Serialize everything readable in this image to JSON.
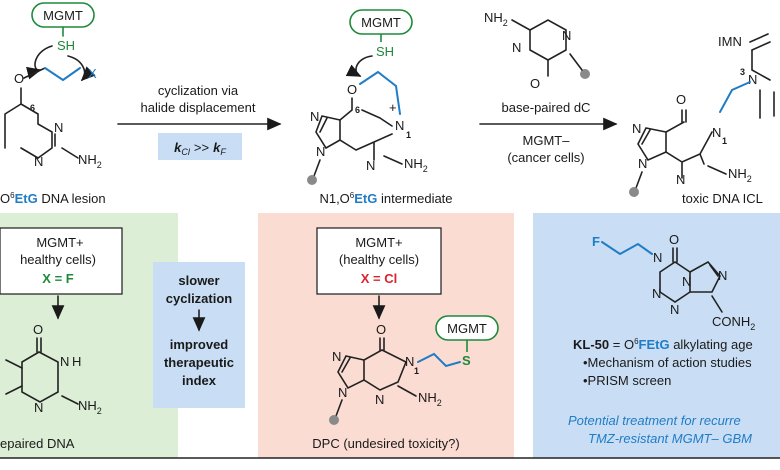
{
  "mol1": {
    "mgmt": "MGMT",
    "sh": "SH",
    "o": "O",
    "x": "X",
    "n_a": "N",
    "n_b": "N",
    "pos6": "6",
    "nh2": "NH",
    "nh2_sub": "2",
    "caption_pre": "O",
    "caption_sup": "6",
    "caption_et": "EtG",
    "caption_post": " DNA lesion"
  },
  "arrow1": {
    "line1": "cyclization via",
    "line2": "halide displacement",
    "kcl_k": "k",
    "kcl_sub": "Cl",
    "kf_k": "k",
    "kf_sub": "F",
    "relation": ">>"
  },
  "mol2": {
    "mgmt": "MGMT",
    "sh": "SH",
    "o": "O",
    "n_a": "N",
    "n_b": "N",
    "n_c": "N",
    "n_d": "N",
    "plus": "+",
    "pos6": "6",
    "pos1": "1",
    "nh2": "NH",
    "nh2_sub": "2",
    "caption_pre": "N1,O",
    "caption_sup": "6",
    "caption_et": "EtG",
    "caption_post": " intermediate"
  },
  "arrow2": {
    "top": "base-paired dC",
    "line1": "MGMT–",
    "line2": "(cancer cells)"
  },
  "dc": {
    "nh2": "NH",
    "nh2_sub": "2",
    "n_a": "N",
    "n_b": "N",
    "o": "O"
  },
  "mol3": {
    "imn": "IMN",
    "pos3": "3",
    "n_top": "N",
    "o": "O",
    "n_a": "N",
    "n_b": "N",
    "n_c": "N",
    "n_d": "N",
    "pos1": "1",
    "nh2": "NH",
    "nh2_sub": "2",
    "caption": "toxic DNA ICL"
  },
  "box_left": {
    "l1": "MGMT+",
    "l2": "healthy cells)",
    "l3": "X = F",
    "n_a": "N",
    "n_b": "N",
    "o": "O",
    "nh": "H",
    "nh2": "NH",
    "nh2_sub": "2",
    "caption": "epaired DNA"
  },
  "box_mid": {
    "l1": "slower",
    "l2": "cyclization",
    "l3": "improved",
    "l4": "therapeutic",
    "l5": "index"
  },
  "box_pink": {
    "l1": "MGMT+",
    "l2": "(healthy cells)",
    "l3": "X = Cl",
    "mgmt": "MGMT",
    "s": "S",
    "o": "O",
    "n_a": "N",
    "n_b": "N",
    "n_c": "N",
    "n_d": "N",
    "pos1": "1",
    "nh2": "NH",
    "nh2_sub": "2",
    "caption": "DPC (undesired toxicity?)"
  },
  "box_right": {
    "f": "F",
    "o": "O",
    "n1": "N",
    "n2": "N",
    "n3": "N",
    "n4": "N",
    "n5": "N",
    "conh2": "CONH",
    "conh2_sub": "2",
    "kl50": "KL-50",
    "kl_mid": " = O",
    "kl_sup": "6",
    "kl_fet": "FEtG",
    "kl_rest": " alkylating age",
    "b1": "•Mechanism of action studies",
    "b2": "•PRISM screen",
    "p1": "Potential treatment for recurre",
    "p2": "TMZ-resistant MGMT– GBM"
  },
  "colors": {
    "green": "#1d8a3a",
    "red": "#d9232f",
    "blue": "#1f7cc7",
    "green_bg": "#dcefd6",
    "pink_bg": "#fbdcd2",
    "blue_bg": "#c9def4"
  }
}
